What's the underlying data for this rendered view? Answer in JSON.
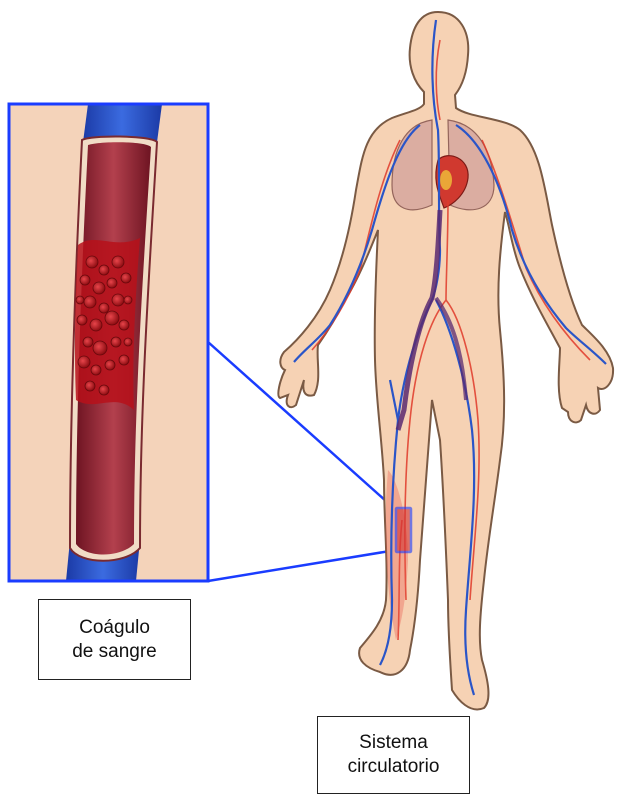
{
  "labels": {
    "clot": {
      "line1": "Coágulo",
      "line2": "de sangre"
    },
    "system": {
      "line1": "Sistema",
      "line2": "circulatorio"
    }
  },
  "colors": {
    "skin": "#f6d2b4",
    "skin_outline": "#7a5a44",
    "vein": "#2a55c8",
    "vessel_wall": "#8b1f2f",
    "blood": "#a8303d",
    "clot": "#c4181c",
    "callout": "#1a3cff"
  }
}
